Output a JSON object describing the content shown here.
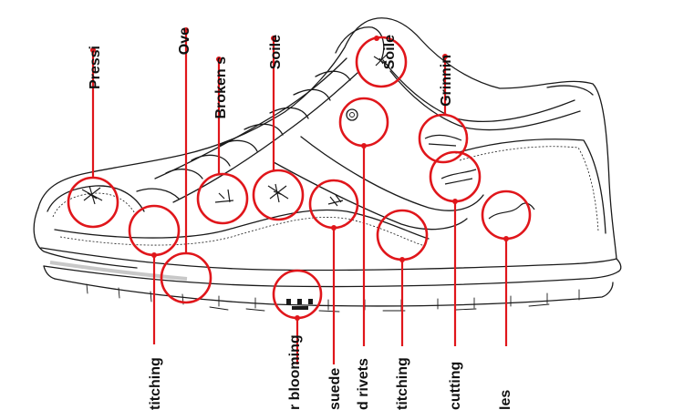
{
  "colors": {
    "callout": "#e0161b",
    "ink": "#1a1a1a",
    "midsole_wear": "#c8c8c8"
  },
  "labels": {
    "top": [
      {
        "id": "pressing",
        "text": "Pressi"
      },
      {
        "id": "over",
        "text": "Ove"
      },
      {
        "id": "broken",
        "text": "Broken s"
      },
      {
        "id": "soiled_1",
        "text": "Soile"
      },
      {
        "id": "soiled_2",
        "text": "Soile"
      },
      {
        "id": "grinning",
        "text": "Grinnin"
      }
    ],
    "bottom": [
      {
        "id": "stitching_1",
        "text": "titching"
      },
      {
        "id": "blooming",
        "text": "r blooming"
      },
      {
        "id": "suede",
        "text": "suede"
      },
      {
        "id": "rivets",
        "text": "d rivets"
      },
      {
        "id": "stitching_2",
        "text": "titching"
      },
      {
        "id": "cutting",
        "text": "cutting"
      },
      {
        "id": "les",
        "text": "les"
      }
    ]
  }
}
